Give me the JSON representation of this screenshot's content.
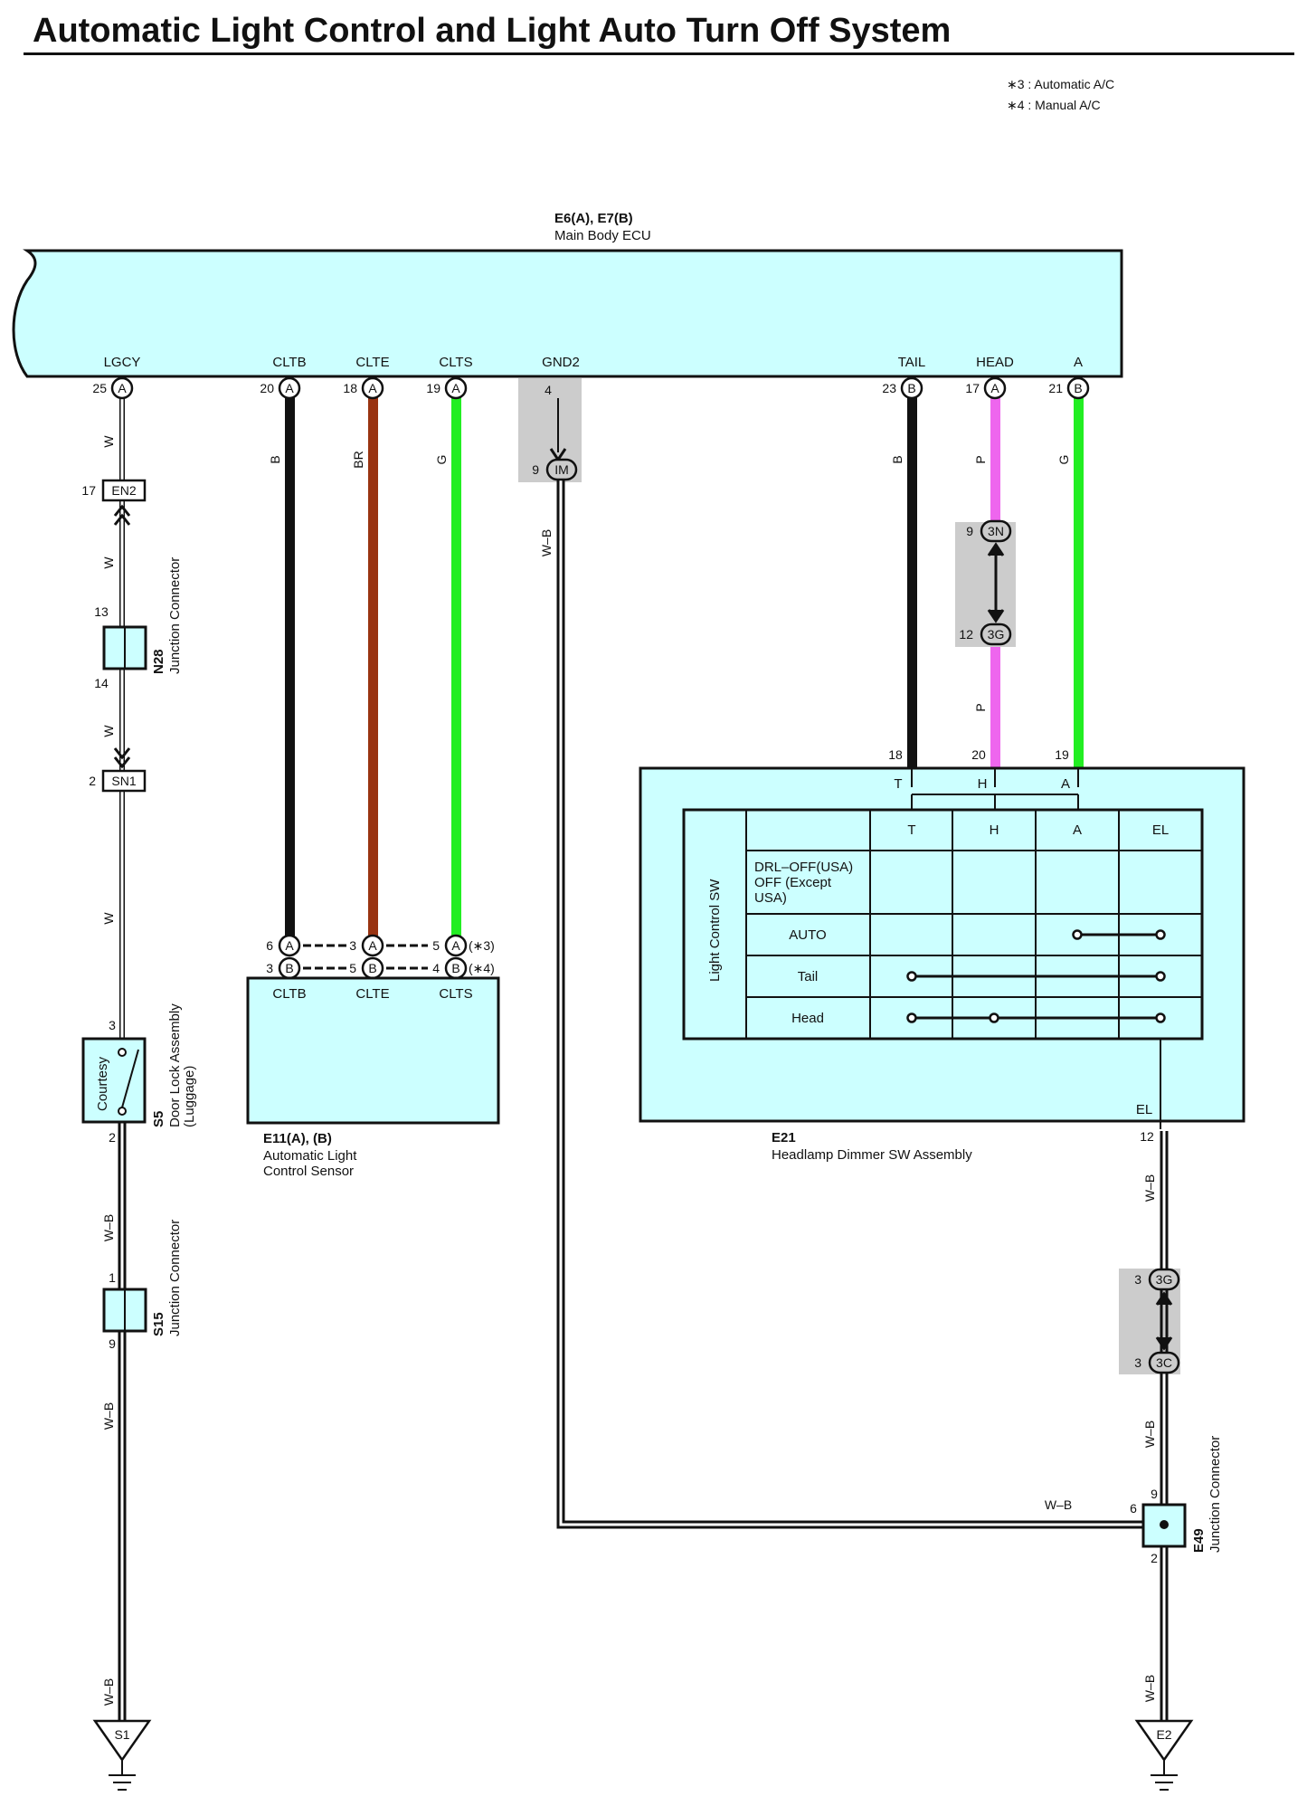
{
  "title": "Automatic Light Control and Light Auto Turn Off System",
  "notes": [
    "∗3 : Automatic A/C",
    "∗4 : Manual A/C"
  ],
  "colors": {
    "component_fill": "#ccffff",
    "wire_B": "#111111",
    "wire_BR": "#993311",
    "wire_G": "#22ee22",
    "wire_P": "#ee66ee",
    "wire_W": "#ffffff",
    "wire_WB": "#ffffff",
    "splice_bg": "#cccccc"
  },
  "ecu": {
    "id": "E6(A), E7(B)",
    "name": "Main Body ECU",
    "terminals": [
      {
        "name": "LGCY",
        "pin": "25",
        "conn": "A"
      },
      {
        "name": "CLTB",
        "pin": "20",
        "conn": "A"
      },
      {
        "name": "CLTE",
        "pin": "18",
        "conn": "A"
      },
      {
        "name": "CLTS",
        "pin": "19",
        "conn": "A"
      },
      {
        "name": "GND2",
        "pin": "4",
        "conn": ""
      },
      {
        "name": "TAIL",
        "pin": "23",
        "conn": "B"
      },
      {
        "name": "HEAD",
        "pin": "17",
        "conn": "A"
      },
      {
        "name": "A",
        "pin": "21",
        "conn": "B"
      }
    ]
  },
  "wire_labels": {
    "w": "W",
    "b": "B",
    "br": "BR",
    "g": "G",
    "p": "P",
    "wb": "W–B"
  },
  "connectors": {
    "en2": {
      "id": "EN2",
      "pin": "17"
    },
    "sn1": {
      "id": "SN1",
      "pin": "2"
    },
    "im": {
      "id": "IM",
      "pin": "9"
    },
    "n3n": {
      "id": "3N",
      "pin": "9"
    },
    "n3g_upper": {
      "id": "3G",
      "pin": "12"
    },
    "n3g_lower": {
      "id": "3G",
      "pin": "3"
    },
    "n3c": {
      "id": "3C",
      "pin": "3"
    }
  },
  "n28": {
    "id": "N28",
    "name": "Junction Connector",
    "pin_top": "13",
    "pin_bottom": "14"
  },
  "s15": {
    "id": "S15",
    "name": "Junction Connector",
    "pin_top": "1",
    "pin_bottom": "9"
  },
  "s5": {
    "id": "S5",
    "name_line1": "Door Lock Assembly",
    "name_line2": "(Luggage)",
    "switch": "Courtesy",
    "pin_top": "3",
    "pin_bottom": "2"
  },
  "e49": {
    "id": "E49",
    "name": "Junction Connector",
    "pin_top": "9",
    "pin_left": "6",
    "pin_bottom": "2"
  },
  "grounds": {
    "left": "S1",
    "right": "E2"
  },
  "sensor": {
    "id": "E11(A), (B)",
    "name_line1": "Automatic Light",
    "name_line2": "Control Sensor",
    "terminals": [
      "CLTB",
      "CLTE",
      "CLTS"
    ],
    "row_a": {
      "conn": "A",
      "pins": [
        "6",
        "3",
        "5"
      ],
      "note": "(∗3)"
    },
    "row_b": {
      "conn": "B",
      "pins": [
        "3",
        "5",
        "4"
      ],
      "note": "(∗4)"
    }
  },
  "dimmer": {
    "id": "E21",
    "name": "Headlamp Dimmer SW Assembly",
    "pins": {
      "T": "18",
      "H": "20",
      "A": "19",
      "EL": "12"
    },
    "terminal_labels": [
      "T",
      "H",
      "A"
    ],
    "el_label": "EL",
    "table_title": "Light Control SW",
    "columns": [
      "T",
      "H",
      "A",
      "EL"
    ],
    "rows": [
      {
        "label_lines": [
          "DRL–OFF(USA)",
          "OFF (Except",
          "USA)"
        ],
        "connected": []
      },
      {
        "label_lines": [
          "AUTO"
        ],
        "connected": [
          "A",
          "EL"
        ]
      },
      {
        "label_lines": [
          "Tail"
        ],
        "connected": [
          "T",
          "EL"
        ]
      },
      {
        "label_lines": [
          "Head"
        ],
        "connected": [
          "T",
          "H",
          "EL"
        ]
      }
    ]
  }
}
